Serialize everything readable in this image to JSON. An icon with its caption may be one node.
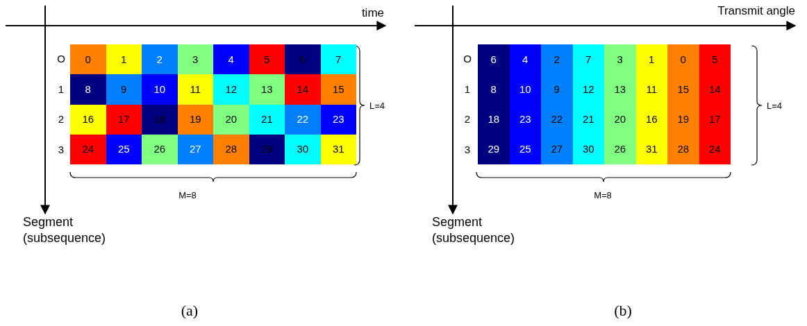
{
  "diagram": {
    "nodes": [
      {
        "text": [
          "0"
        ]
      },
      {
        "text": [
          "1"
        ]
      },
      {
        "text": [
          "2"
        ]
      },
      {
        "text": [
          "3"
        ]
      },
      {
        "text": [
          "4"
        ]
      },
      {
        "text": [
          "5"
        ]
      },
      {
        "text": [
          "6"
        ]
      },
      {
        "text": [
          "7"
        ]
      },
      {
        "text": [
          "8"
        ]
      },
      {
        "text": [
          "9"
        ]
      },
      {
        "text": [
          "10"
        ]
      },
      {
        "text": [
          "11"
        ]
      },
      {
        "text": [
          "12"
        ]
      },
      {
        "text": [
          "13"
        ]
      },
      {
        "text": [
          "14"
        ]
      },
      {
        "text": [
          "15"
        ]
      },
      {
        "text": [
          "16"
        ]
      },
      {
        "text": [
          "17"
        ]
      },
      {
        "text": [
          "18"
        ]
      },
      {
        "text": [
          "19"
        ]
      },
      {
        "text": [
          "20"
        ]
      },
      {
        "text": [
          "21"
        ]
      },
      {
        "text": [
          "22"
        ]
      },
      {
        "text": [
          "23"
        ]
      },
      {
        "text": [
          "24"
        ]
      },
      {
        "text": [
          "25"
        ]
      },
      {
        "text": [
          "26"
        ]
      },
      {
        "text": [
          "27"
        ]
      },
      {
        "text": [
          "28"
        ]
      },
      {
        "text": [
          "29"
        ]
      },
      {
        "text": [
          "30"
        ]
      },
      {
        "text": [
          "31"
        ]
      },
      {
        "text": [
          "6",
          "8",
          "18",
          "29"
        ]
      },
      {
        "text": [
          "4",
          "10",
          "23",
          "25"
        ]
      },
      {
        "text": [
          "2",
          "9",
          "22",
          "27"
        ]
      },
      {
        "text": [
          "7",
          "12",
          "21",
          "30"
        ]
      },
      {
        "text": [
          "3",
          "13",
          "20",
          "26"
        ]
      },
      {
        "text": [
          "1",
          "11",
          "16",
          "31"
        ]
      },
      {
        "text": [
          "0",
          "15",
          "19",
          "28"
        ]
      },
      {
        "text": [
          "5",
          "14",
          "17",
          "24"
        ]
      }
    ],
    "labels": [
      "time",
      "O",
      "1",
      "2",
      "3",
      "L=4",
      "M=8",
      "Segment (subsequence)",
      "Transmit angle",
      "O",
      "1",
      "2",
      "3",
      "L=4",
      "M=8",
      "Segment (subsequence)",
      "(a)",
      "(b)"
    ]
  }
}
